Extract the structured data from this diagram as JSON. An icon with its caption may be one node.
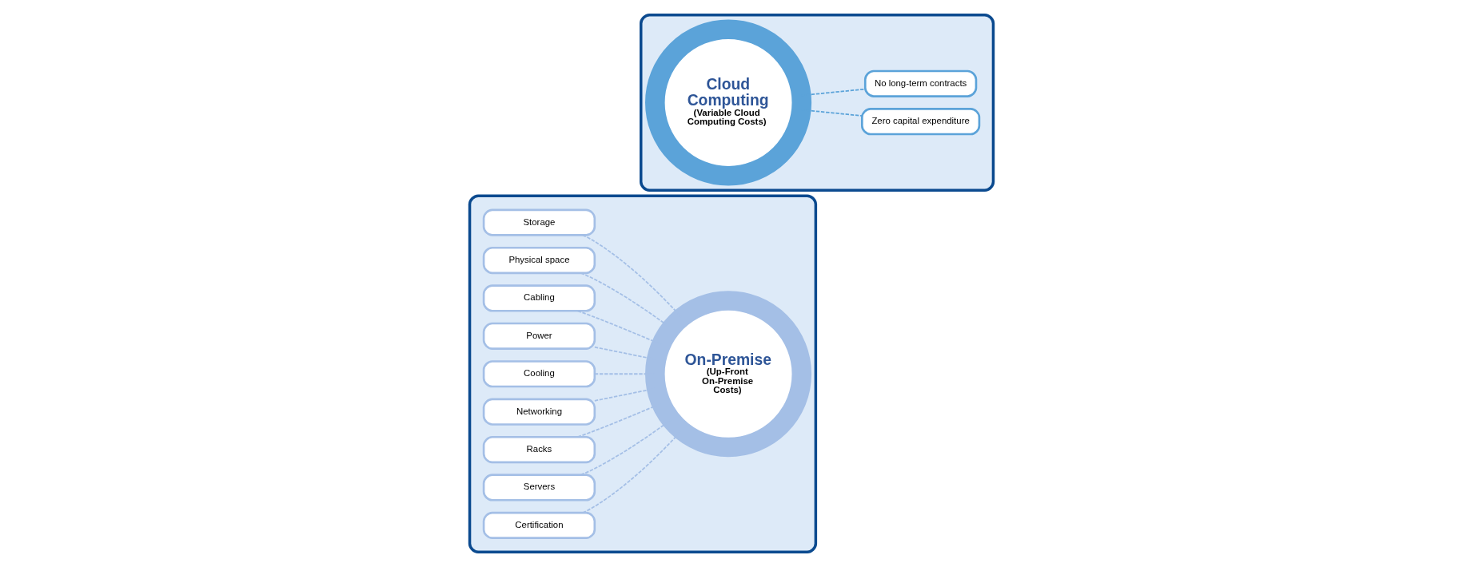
{
  "diagram": {
    "nodes": [
      {
        "text": [],
        "shape": "box"
      },
      {
        "text": [
          "Storage"
        ],
        "in": 0
      },
      {
        "text": [
          "Physical space"
        ],
        "in": 0
      },
      {
        "text": [
          "Cabling"
        ],
        "in": 0
      },
      {
        "text": [
          "Power"
        ],
        "in": 0
      },
      {
        "text": [
          "Cooling"
        ],
        "in": 0
      },
      {
        "text": [
          "Networking"
        ],
        "in": 0
      },
      {
        "text": [
          "Racks"
        ],
        "in": 0
      },
      {
        "text": [
          "Servers"
        ],
        "in": 0
      },
      {
        "text": [
          "Certification"
        ],
        "in": 0
      },
      {
        "text": [
          "On-Premise",
          "(Up-Front On-Premise Costs)"
        ],
        "in": 0
      },
      {
        "text": [],
        "shape": "box"
      },
      {
        "text": [
          "Cloud Computing",
          "(Variable Cloud Computing Costs)"
        ],
        "in": 11
      },
      {
        "text": [
          "Zero capital expenditure"
        ],
        "in": 11
      },
      {
        "text": [
          "No long-term contracts"
        ],
        "in": 11
      }
    ],
    "edges": [
      {
        "from": 1,
        "to": 10,
        "arrow": "none",
        "style": "dashed"
      },
      {
        "from": 2,
        "to": 10,
        "arrow": "none",
        "style": "dashed"
      },
      {
        "from": 3,
        "to": 10,
        "arrow": "none",
        "style": "dashed"
      },
      {
        "from": 4,
        "to": 10,
        "arrow": "none",
        "style": "dashed"
      },
      {
        "from": 5,
        "to": 10,
        "arrow": "none",
        "style": "dashed"
      },
      {
        "from": 6,
        "to": 10,
        "arrow": "none",
        "style": "dashed"
      },
      {
        "from": 7,
        "to": 10,
        "arrow": "none",
        "style": "dashed"
      },
      {
        "from": 8,
        "to": 10,
        "arrow": "none",
        "style": "dashed"
      },
      {
        "from": 9,
        "to": 10,
        "arrow": "none",
        "style": "dashed"
      },
      {
        "from": 12,
        "to": 13,
        "arrow": "none",
        "style": "dashed",
        "color": "#5ba3d9"
      },
      {
        "from": 12,
        "to": 14,
        "arrow": "none",
        "style": "dashed",
        "color": "#5ba3d9"
      }
    ]
  }
}
